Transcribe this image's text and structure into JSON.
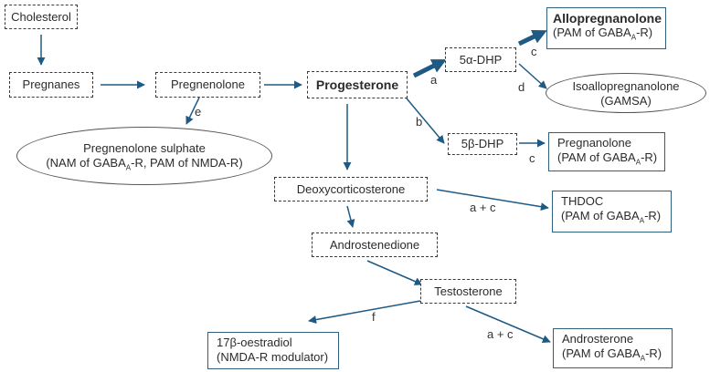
{
  "colors": {
    "arrow": "#1f5a84",
    "border_dashed": "#3a3a3a",
    "border_solid": "#2e5f7e",
    "text": "#2b2b2b"
  },
  "nodes": {
    "cholesterol": "Cholesterol",
    "pregnanes": "Pregnanes",
    "pregnenolone": "Pregnenolone",
    "progesterone": "Progesterone",
    "dhp5a": "5α-DHP",
    "dhp5b": "5β-DHP",
    "allo": {
      "name": "Allopregnanolone",
      "role": "(PAM of GABA",
      "sub": "A",
      "suffix": "-R)"
    },
    "isoallo": {
      "name": "Isoallopregnanolone",
      "role": "(GAMSA)"
    },
    "pregnanolone": {
      "name": "Pregnanolone",
      "role": "(PAM of GABA",
      "sub": "A",
      "suffix": "-R)"
    },
    "preg_sulphate": {
      "name": "Pregnenolone sulphate",
      "role": "(NAM of GABA",
      "sub": "A",
      "suffix": "-R, PAM of NMDA-R)"
    },
    "doc": "Deoxycorticosterone",
    "thdoc": {
      "name": "THDOC",
      "role": "(PAM of GABA",
      "sub": "A",
      "suffix": "-R)"
    },
    "androstenedione": "Androstenedione",
    "testosterone": "Testosterone",
    "oestradiol": {
      "name": "17β-oestradiol",
      "role": "(NMDA-R modulator)"
    },
    "androsterone": {
      "name": "Androsterone",
      "role": "(PAM of GABA",
      "sub": "A",
      "suffix": "-R)"
    }
  },
  "labels": {
    "a": "a",
    "b": "b",
    "c1": "c",
    "c2": "c",
    "d": "d",
    "e": "e",
    "f": "f",
    "ac1": "a + c",
    "ac2": "a + c"
  }
}
